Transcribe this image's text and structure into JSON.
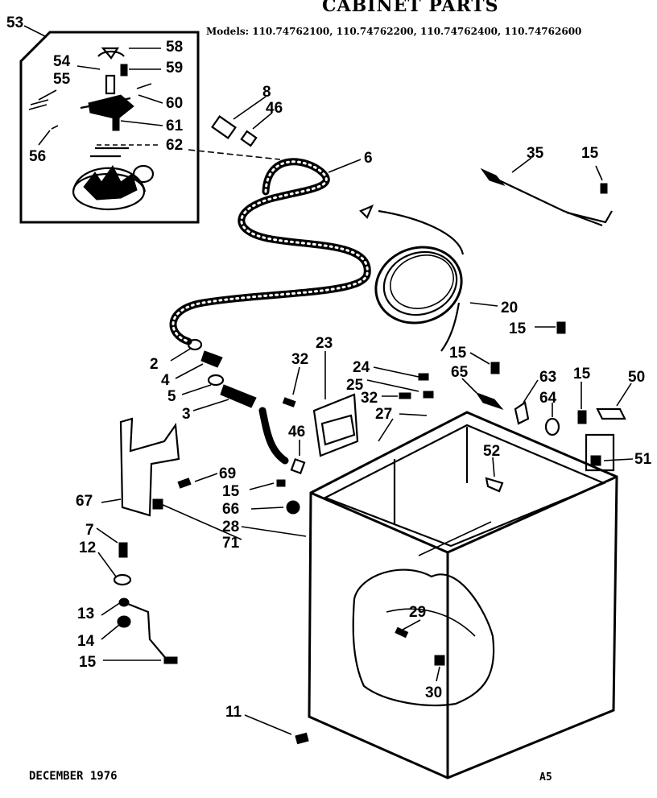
{
  "header": {
    "title": "CABINET PARTS",
    "models": "Models: 110.74762100, 110.74762200, 110.74762400, 110.74762600"
  },
  "footer": {
    "date": "DECEMBER 1976",
    "page": "A5"
  },
  "part_labels": [
    "53",
    "58",
    "54",
    "59",
    "55",
    "60",
    "61",
    "56",
    "62",
    "8",
    "46",
    "6",
    "35",
    "15",
    "20",
    "15",
    "23",
    "32",
    "24",
    "25",
    "32",
    "27",
    "15",
    "65",
    "63",
    "15",
    "64",
    "50",
    "52",
    "51",
    "2",
    "4",
    "5",
    "3",
    "46",
    "69",
    "15",
    "66",
    "28",
    "71",
    "67",
    "7",
    "12",
    "13",
    "14",
    "15",
    "29",
    "30",
    "11"
  ]
}
